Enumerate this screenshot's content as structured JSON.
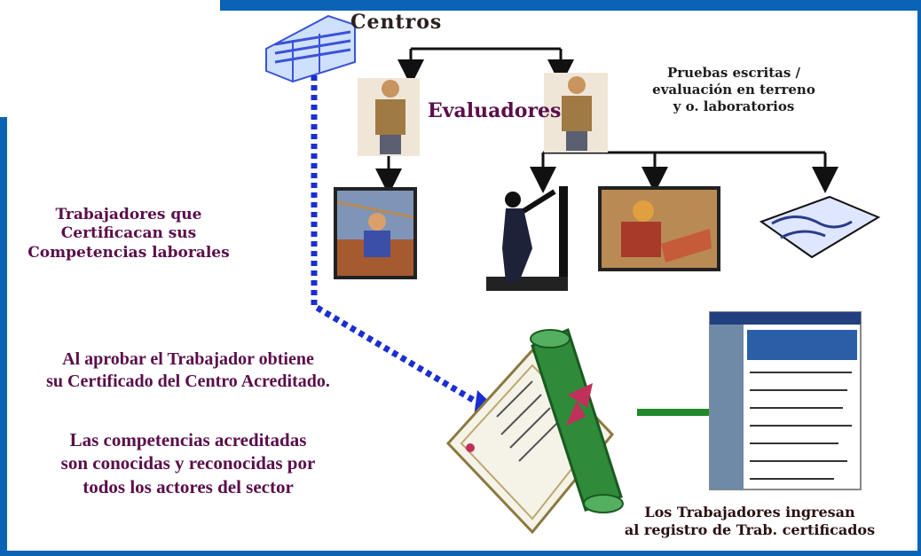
{
  "labels": {
    "centros": "Centros",
    "evaluadores": "Evaluadores",
    "pruebas": [
      "Pruebas escritas /",
      "evaluación en terreno",
      "y o. laboratorios"
    ],
    "trabajadores": [
      "Trabajadores que",
      "Certificacan sus",
      "Competencias laborales"
    ],
    "al_aprobar": [
      "Al aprobar el Trabajador obtiene",
      "su Certificado del Centro Acreditado."
    ],
    "las_competencias": [
      "Las competencias acreditadas",
      "son conocidas y reconocidas por",
      "todos los actores del sector"
    ],
    "registro": [
      "Los Trabajadores ingresan",
      "al registro de Trab. certificados"
    ]
  },
  "colors": {
    "frame": "#0b63b6",
    "label_text": "#5a0d4a",
    "dotted_arrow": "#1a2fd0",
    "green_arrow": "#1f8a2a",
    "diploma_roll": "#2f8a3a",
    "ribbon": "#c0305a"
  },
  "icons": [
    "building-icon",
    "evaluator-figure-icon",
    "construction-worker-image",
    "carpenter-image",
    "welder-image",
    "written-test-image",
    "diploma-icon",
    "registry-screenshot-image"
  ]
}
